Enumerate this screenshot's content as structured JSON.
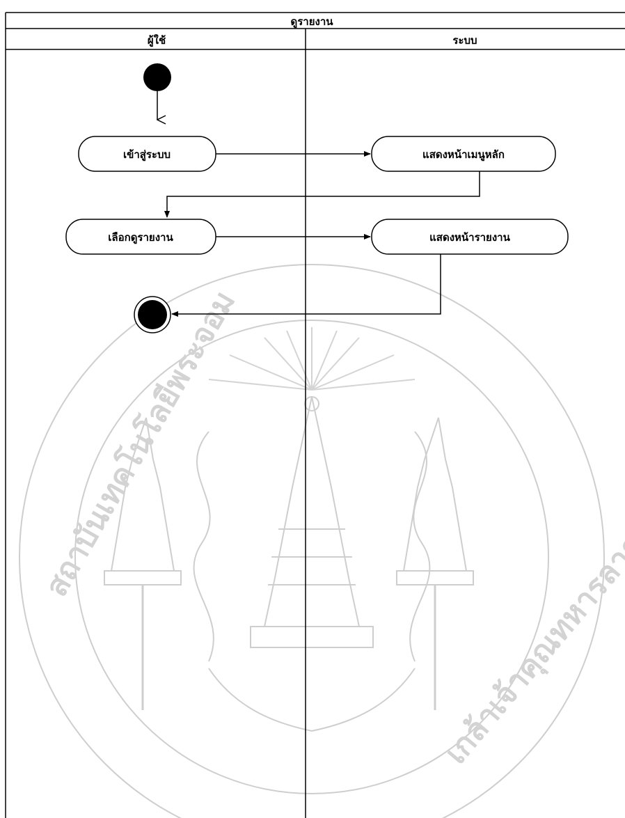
{
  "diagram": {
    "title": "ดูรายงาน",
    "lanes": [
      {
        "id": "user",
        "label": "ผู้ใช้"
      },
      {
        "id": "system",
        "label": "ระบบ"
      }
    ],
    "nodes": {
      "login": "เข้าสู่ระบบ",
      "show_main_menu": "แสดงหน้าเมนูหลัก",
      "select_report": "เลือกดูรายงาน",
      "show_report": "แสดงหน้ารายงาน"
    },
    "watermark": {
      "seal_text_left": "สถาบันเทคโนโลยีพระจอม",
      "seal_text_right": "เกล้าเจ้าคุณทหารลาดกระบัง"
    }
  }
}
